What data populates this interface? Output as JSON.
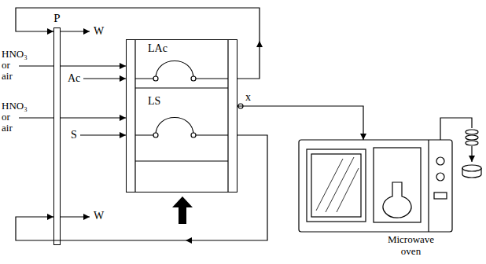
{
  "diagram": {
    "nodes": [
      {
        "text": [
          "P"
        ]
      },
      {
        "text": [
          "LAc",
          "LS"
        ]
      },
      {
        "text": [
          "Microwave oven"
        ]
      }
    ],
    "edges": [
      {
        "from": 0,
        "to": 1,
        "arrow": "to"
      },
      {
        "from": 0,
        "to": 1,
        "arrow": "to"
      },
      {
        "from": 1,
        "to": 0,
        "arrow": "to"
      },
      {
        "from": 1,
        "to": 0,
        "arrow": "to"
      },
      {
        "from": 1,
        "to": 2,
        "arrow": "to"
      }
    ],
    "labels": [
      "W",
      "HNO₃ or air",
      "Ac",
      "HNO₃ or air",
      "S",
      "x",
      "W"
    ]
  }
}
